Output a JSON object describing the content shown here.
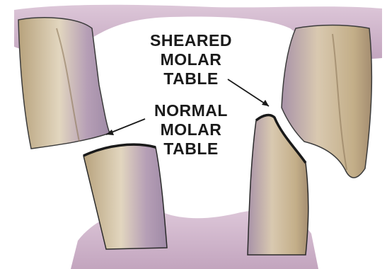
{
  "labels": {
    "sheared_line1": "SHEARED",
    "sheared_line2": "MOLAR",
    "sheared_line3": "TABLE",
    "normal_line1": "NORMAL",
    "normal_line2": "MOLAR",
    "normal_line3": "TABLE"
  },
  "colors": {
    "gum": "#c9a8c2",
    "gum_shadow": "#a985a3",
    "tooth_base": "#c8b48a",
    "tooth_light": "#e6dcc8",
    "tooth_violet": "#b59ab8",
    "outline": "#2a2a2a",
    "background": "#ffffff"
  }
}
